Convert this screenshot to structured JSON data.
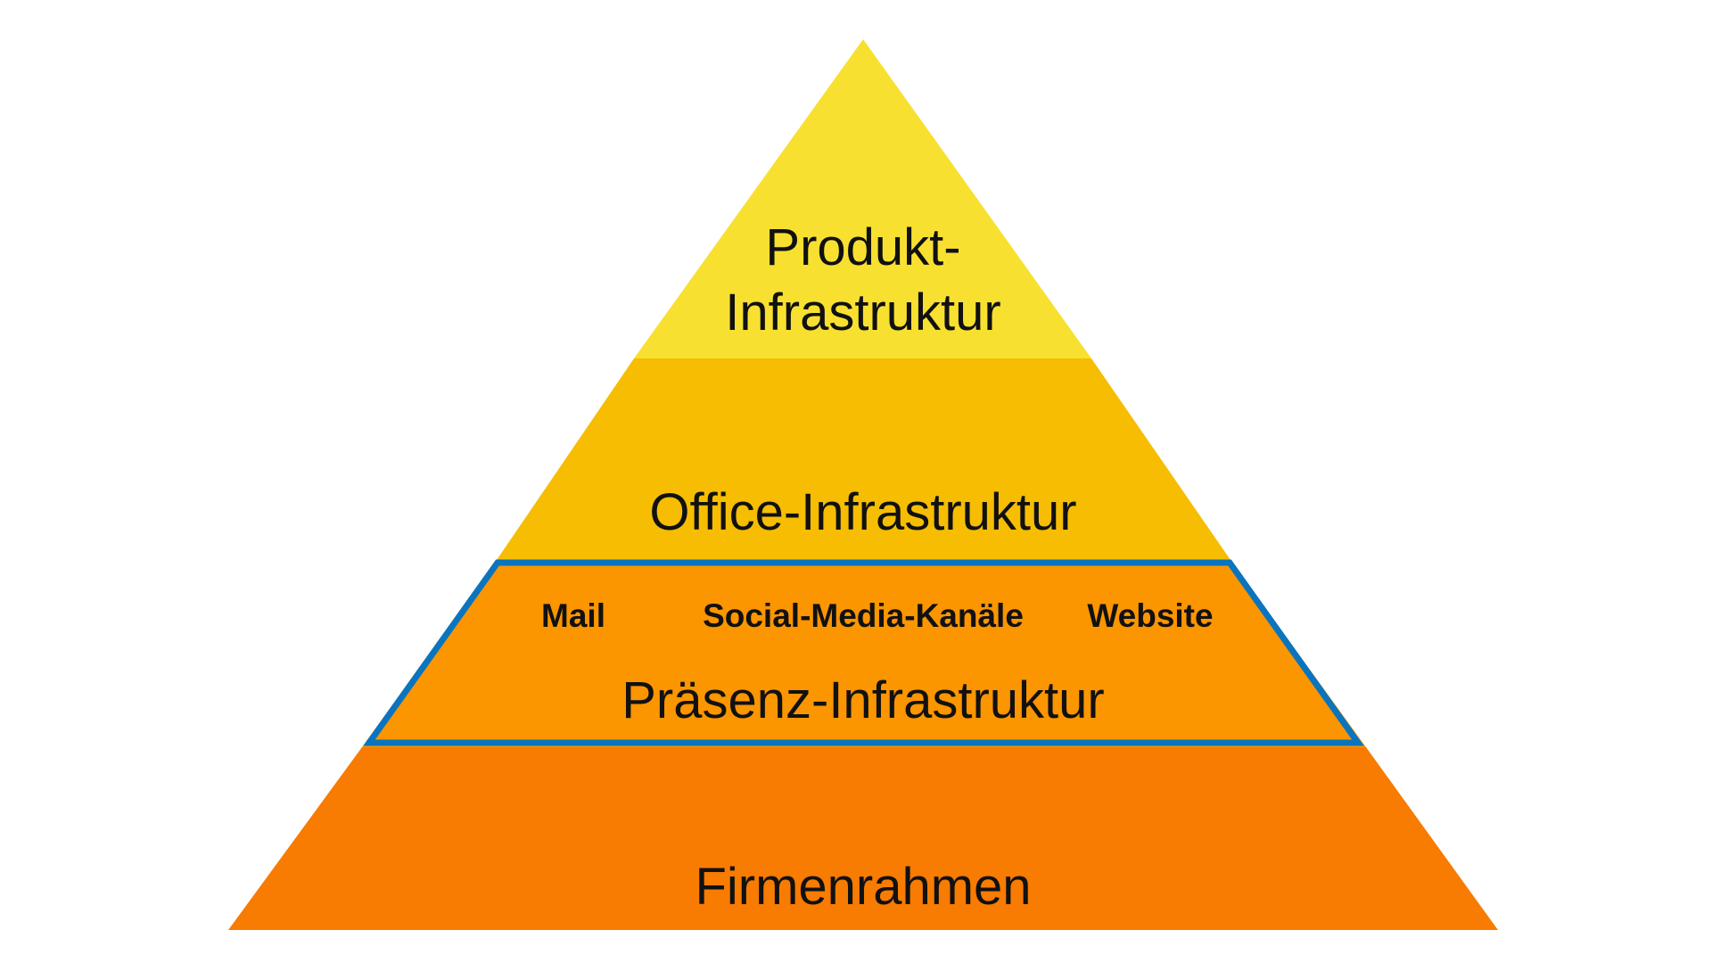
{
  "pyramid": {
    "layers": [
      {
        "id": "produkt",
        "lines": [
          "Produkt-",
          "Infrastruktur"
        ],
        "color": "#F8E030"
      },
      {
        "id": "office",
        "label": "Office-Infrastruktur",
        "color": "#F6BD02"
      },
      {
        "id": "praesenz",
        "label": "Präsenz-Infrastruktur",
        "color": "#FB9500",
        "highlight_color": "#0A75BE",
        "items": [
          "Mail",
          "Social-Media-Kanäle",
          "Website"
        ]
      },
      {
        "id": "firmenrahmen",
        "label": "Firmenrahmen",
        "color": "#F87B02"
      }
    ]
  }
}
